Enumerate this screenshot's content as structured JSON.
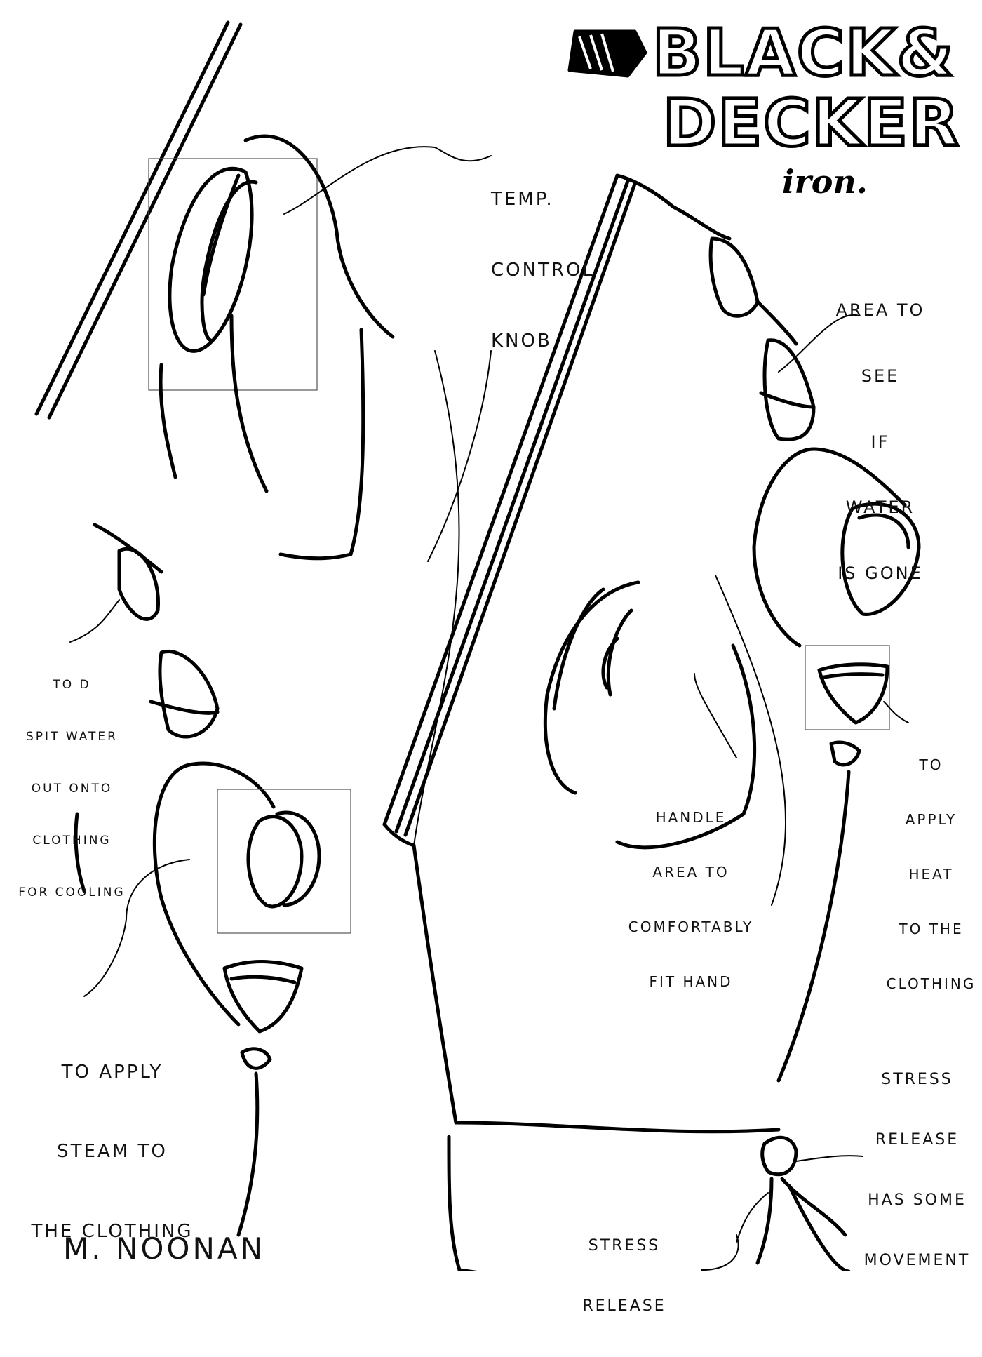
{
  "brand": {
    "line1": "BLACK&",
    "line2": "DECKER",
    "product": "iron."
  },
  "annotations": {
    "temp_control": [
      "TEMP.",
      "CONTROL",
      "KNOB"
    ],
    "water_level": [
      "AREA TO",
      "SEE",
      "IF",
      "WATER",
      "IS GONE"
    ],
    "spit_water": [
      "TO D",
      "SPIT WATER",
      "OUT ONTO",
      "CLOTHING",
      "FOR COOLING"
    ],
    "apply_heat": [
      "TO",
      "APPLY",
      "HEAT",
      "TO THE",
      "CLOTHING"
    ],
    "handle_area": [
      "HANDLE",
      "AREA TO",
      "COMFORTABLY",
      "FIT HAND"
    ],
    "apply_steam": [
      "TO APPLY",
      "STEAM TO",
      "THE CLOTHING"
    ],
    "stress_release_movement": [
      "STRESS",
      "RELEASE",
      "HAS SOME",
      "MOVEMENT"
    ],
    "stress_release": [
      "STRESS",
      "RELEASE"
    ]
  },
  "signature": "M. NOONAN",
  "colors": {
    "ink": "#000000",
    "paper": "#ffffff"
  },
  "icons": {
    "brand_logo": "hexagon-stripes-icon",
    "pointer": "arrow-triangle-icon"
  }
}
